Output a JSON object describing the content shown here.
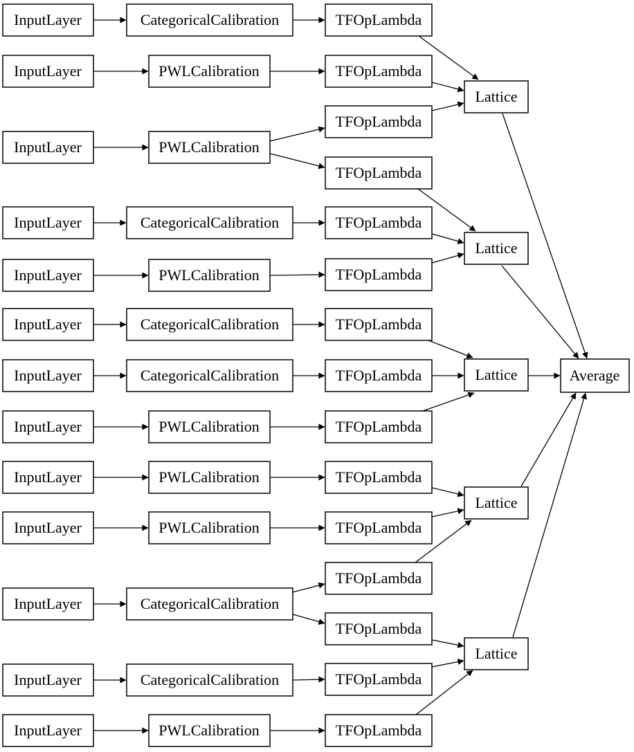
{
  "diagram": {
    "kind": "keras-model-graph",
    "background_color": "#ffffff",
    "box_border_color": "#000000",
    "text_color": "#000000",
    "nodes": [
      {
        "id": "input_layer_1",
        "label": "InputLayer"
      },
      {
        "id": "input_layer_2",
        "label": "InputLayer"
      },
      {
        "id": "input_layer_3",
        "label": "InputLayer"
      },
      {
        "id": "input_layer_4",
        "label": "InputLayer"
      },
      {
        "id": "input_layer_5",
        "label": "InputLayer"
      },
      {
        "id": "input_layer_6",
        "label": "InputLayer"
      },
      {
        "id": "input_layer_7",
        "label": "InputLayer"
      },
      {
        "id": "input_layer_8",
        "label": "InputLayer"
      },
      {
        "id": "input_layer_9",
        "label": "InputLayer"
      },
      {
        "id": "input_layer_10",
        "label": "InputLayer"
      },
      {
        "id": "input_layer_11",
        "label": "InputLayer"
      },
      {
        "id": "input_layer_12",
        "label": "InputLayer"
      },
      {
        "id": "input_layer_13",
        "label": "InputLayer"
      },
      {
        "id": "cal_1",
        "label": "CategoricalCalibration"
      },
      {
        "id": "cal_2",
        "label": "PWLCalibration"
      },
      {
        "id": "cal_3",
        "label": "PWLCalibration"
      },
      {
        "id": "cal_4",
        "label": "CategoricalCalibration"
      },
      {
        "id": "cal_5",
        "label": "PWLCalibration"
      },
      {
        "id": "cal_6",
        "label": "CategoricalCalibration"
      },
      {
        "id": "cal_7",
        "label": "CategoricalCalibration"
      },
      {
        "id": "cal_8",
        "label": "PWLCalibration"
      },
      {
        "id": "cal_9",
        "label": "PWLCalibration"
      },
      {
        "id": "cal_10",
        "label": "PWLCalibration"
      },
      {
        "id": "cal_11",
        "label": "CategoricalCalibration"
      },
      {
        "id": "cal_12",
        "label": "CategoricalCalibration"
      },
      {
        "id": "cal_13",
        "label": "PWLCalibration"
      },
      {
        "id": "tf_op_lambda_1",
        "label": "TFOpLambda"
      },
      {
        "id": "tf_op_lambda_2",
        "label": "TFOpLambda"
      },
      {
        "id": "tf_op_lambda_3",
        "label": "TFOpLambda"
      },
      {
        "id": "tf_op_lambda_4",
        "label": "TFOpLambda"
      },
      {
        "id": "tf_op_lambda_5",
        "label": "TFOpLambda"
      },
      {
        "id": "tf_op_lambda_6",
        "label": "TFOpLambda"
      },
      {
        "id": "tf_op_lambda_7",
        "label": "TFOpLambda"
      },
      {
        "id": "tf_op_lambda_8",
        "label": "TFOpLambda"
      },
      {
        "id": "tf_op_lambda_9",
        "label": "TFOpLambda"
      },
      {
        "id": "tf_op_lambda_10",
        "label": "TFOpLambda"
      },
      {
        "id": "tf_op_lambda_11",
        "label": "TFOpLambda"
      },
      {
        "id": "tf_op_lambda_12",
        "label": "TFOpLambda"
      },
      {
        "id": "tf_op_lambda_13",
        "label": "TFOpLambda"
      },
      {
        "id": "tf_op_lambda_14",
        "label": "TFOpLambda"
      },
      {
        "id": "tf_op_lambda_15",
        "label": "TFOpLambda"
      },
      {
        "id": "lattice_1",
        "label": "Lattice"
      },
      {
        "id": "lattice_2",
        "label": "Lattice"
      },
      {
        "id": "lattice_3",
        "label": "Lattice"
      },
      {
        "id": "lattice_4",
        "label": "Lattice"
      },
      {
        "id": "lattice_5",
        "label": "Lattice"
      },
      {
        "id": "average",
        "label": "Average"
      }
    ],
    "edges": [
      {
        "from": "input_layer_1",
        "to": "cal_1"
      },
      {
        "from": "input_layer_2",
        "to": "cal_2"
      },
      {
        "from": "input_layer_3",
        "to": "cal_3"
      },
      {
        "from": "input_layer_4",
        "to": "cal_4"
      },
      {
        "from": "input_layer_5",
        "to": "cal_5"
      },
      {
        "from": "input_layer_6",
        "to": "cal_6"
      },
      {
        "from": "input_layer_7",
        "to": "cal_7"
      },
      {
        "from": "input_layer_8",
        "to": "cal_8"
      },
      {
        "from": "input_layer_9",
        "to": "cal_9"
      },
      {
        "from": "input_layer_10",
        "to": "cal_10"
      },
      {
        "from": "input_layer_11",
        "to": "cal_11"
      },
      {
        "from": "input_layer_12",
        "to": "cal_12"
      },
      {
        "from": "input_layer_13",
        "to": "cal_13"
      },
      {
        "from": "cal_1",
        "to": "tf_op_lambda_1"
      },
      {
        "from": "cal_2",
        "to": "tf_op_lambda_2"
      },
      {
        "from": "cal_3",
        "to": "tf_op_lambda_3"
      },
      {
        "from": "cal_3",
        "to": "tf_op_lambda_4"
      },
      {
        "from": "cal_4",
        "to": "tf_op_lambda_5"
      },
      {
        "from": "cal_5",
        "to": "tf_op_lambda_6"
      },
      {
        "from": "cal_6",
        "to": "tf_op_lambda_7"
      },
      {
        "from": "cal_7",
        "to": "tf_op_lambda_8"
      },
      {
        "from": "cal_8",
        "to": "tf_op_lambda_9"
      },
      {
        "from": "cal_9",
        "to": "tf_op_lambda_10"
      },
      {
        "from": "cal_10",
        "to": "tf_op_lambda_11"
      },
      {
        "from": "cal_11",
        "to": "tf_op_lambda_12"
      },
      {
        "from": "cal_11",
        "to": "tf_op_lambda_13"
      },
      {
        "from": "cal_12",
        "to": "tf_op_lambda_14"
      },
      {
        "from": "cal_13",
        "to": "tf_op_lambda_15"
      },
      {
        "from": "tf_op_lambda_1",
        "to": "lattice_1"
      },
      {
        "from": "tf_op_lambda_2",
        "to": "lattice_1"
      },
      {
        "from": "tf_op_lambda_3",
        "to": "lattice_1"
      },
      {
        "from": "tf_op_lambda_4",
        "to": "lattice_2"
      },
      {
        "from": "tf_op_lambda_5",
        "to": "lattice_2"
      },
      {
        "from": "tf_op_lambda_6",
        "to": "lattice_2"
      },
      {
        "from": "tf_op_lambda_7",
        "to": "lattice_3"
      },
      {
        "from": "tf_op_lambda_8",
        "to": "lattice_3"
      },
      {
        "from": "tf_op_lambda_9",
        "to": "lattice_3"
      },
      {
        "from": "tf_op_lambda_10",
        "to": "lattice_4"
      },
      {
        "from": "tf_op_lambda_11",
        "to": "lattice_4"
      },
      {
        "from": "tf_op_lambda_12",
        "to": "lattice_4"
      },
      {
        "from": "tf_op_lambda_13",
        "to": "lattice_5"
      },
      {
        "from": "tf_op_lambda_14",
        "to": "lattice_5"
      },
      {
        "from": "tf_op_lambda_15",
        "to": "lattice_5"
      },
      {
        "from": "lattice_1",
        "to": "average"
      },
      {
        "from": "lattice_2",
        "to": "average"
      },
      {
        "from": "lattice_3",
        "to": "average"
      },
      {
        "from": "lattice_4",
        "to": "average"
      },
      {
        "from": "lattice_5",
        "to": "average"
      }
    ]
  }
}
